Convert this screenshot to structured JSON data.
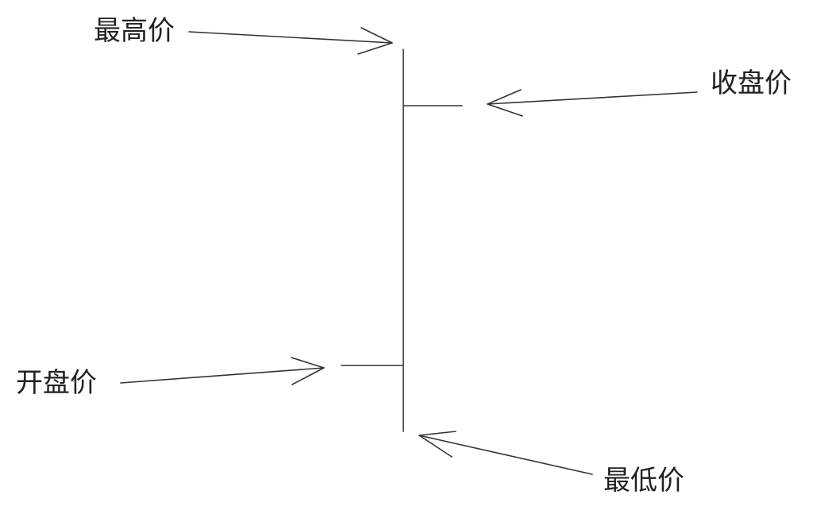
{
  "labels": {
    "high": "最高价",
    "close": "收盘价",
    "open": "开盘价",
    "low": "最低价"
  },
  "colors": {
    "stroke": "#333333",
    "text": "#222222",
    "background": "#ffffff"
  }
}
